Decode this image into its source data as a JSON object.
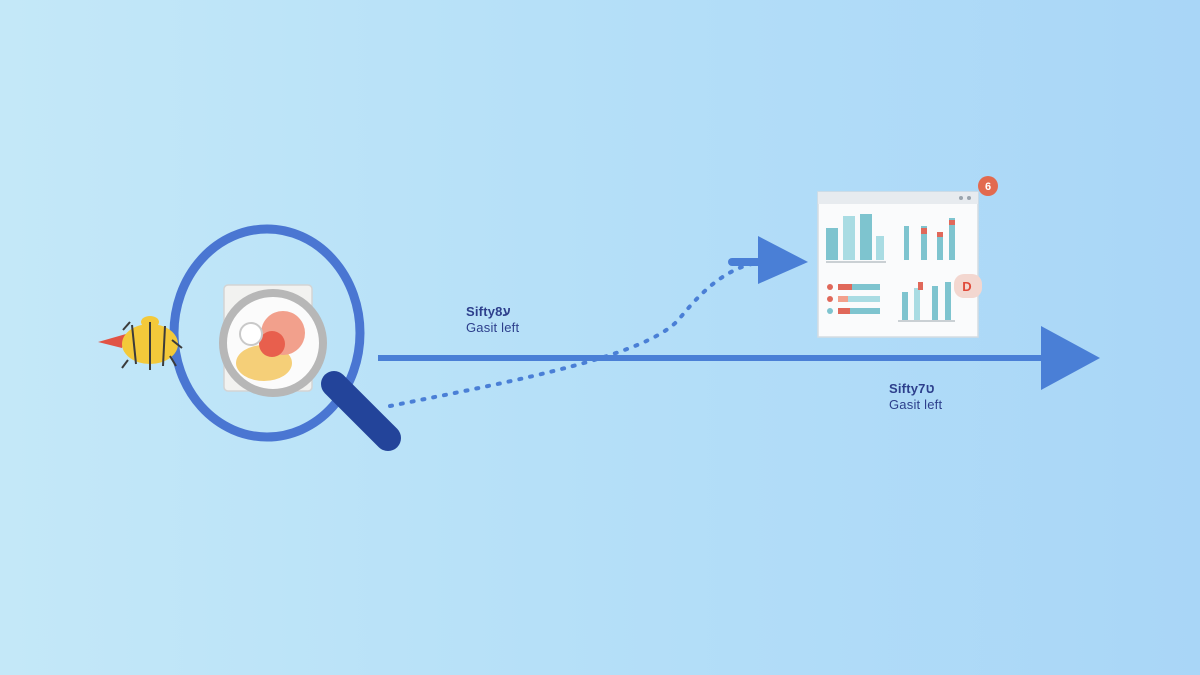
{
  "labels": [
    {
      "title": "Siftyע8",
      "subtitle": "Gasit left"
    },
    {
      "title": "Siftyט7",
      "subtitle": "Gasit left"
    }
  ],
  "badges": {
    "top": "6",
    "side": "D"
  },
  "icons": [
    "bug-icon",
    "magnifying-glass-icon",
    "dashboard-window-icon",
    "notification-badge-icon"
  ],
  "colors": {
    "arrow": "#4a7fd6",
    "circle": "#4a76d2",
    "magnifier_handle": "#23449a",
    "bug_body": "#f3c93a",
    "badge": "#e26a4f",
    "chart_teal": "#7ec4cf",
    "chart_red": "#e0685a"
  }
}
